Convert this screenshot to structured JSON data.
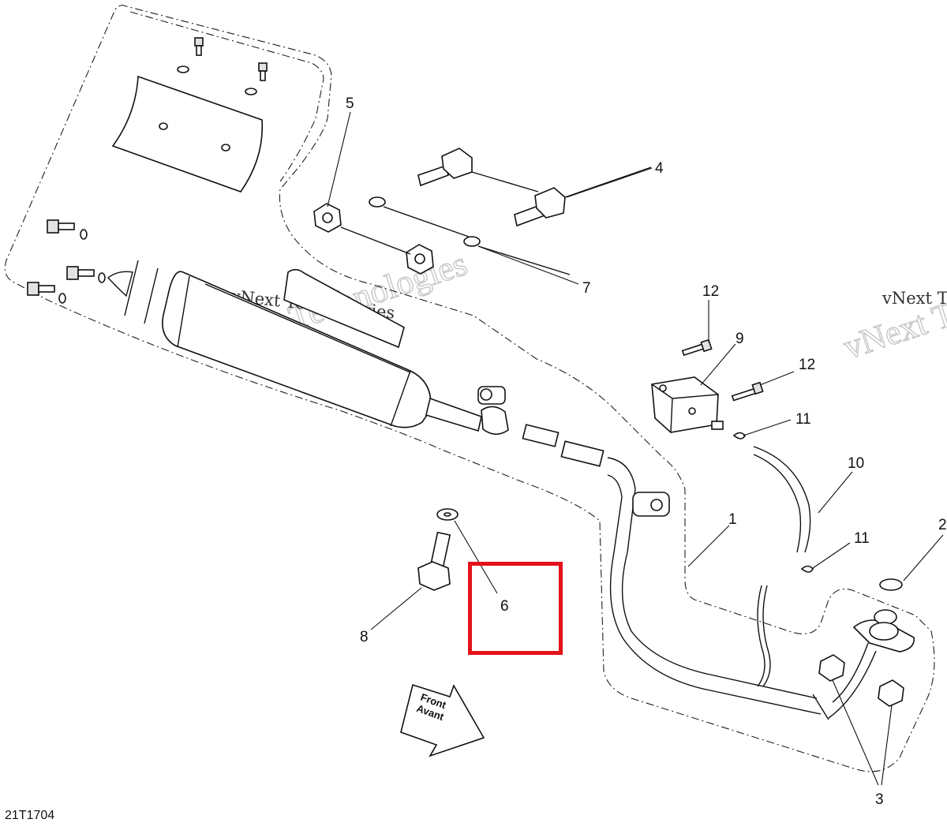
{
  "diagram": {
    "figure_id": "21T1704",
    "watermark_text": "vNext Technologies",
    "front_label_line1": "Front",
    "front_label_line2": "Avant",
    "callouts": {
      "c1": "1",
      "c2": "2",
      "c3": "3",
      "c4": "4",
      "c5": "5",
      "c6": "6",
      "c7": "7",
      "c8": "8",
      "c9": "9",
      "c10": "10",
      "c11a": "11",
      "c11b": "11",
      "c12a": "12",
      "c12b": "12"
    },
    "highlight": {
      "color": "#e3121b",
      "target": "6"
    }
  }
}
